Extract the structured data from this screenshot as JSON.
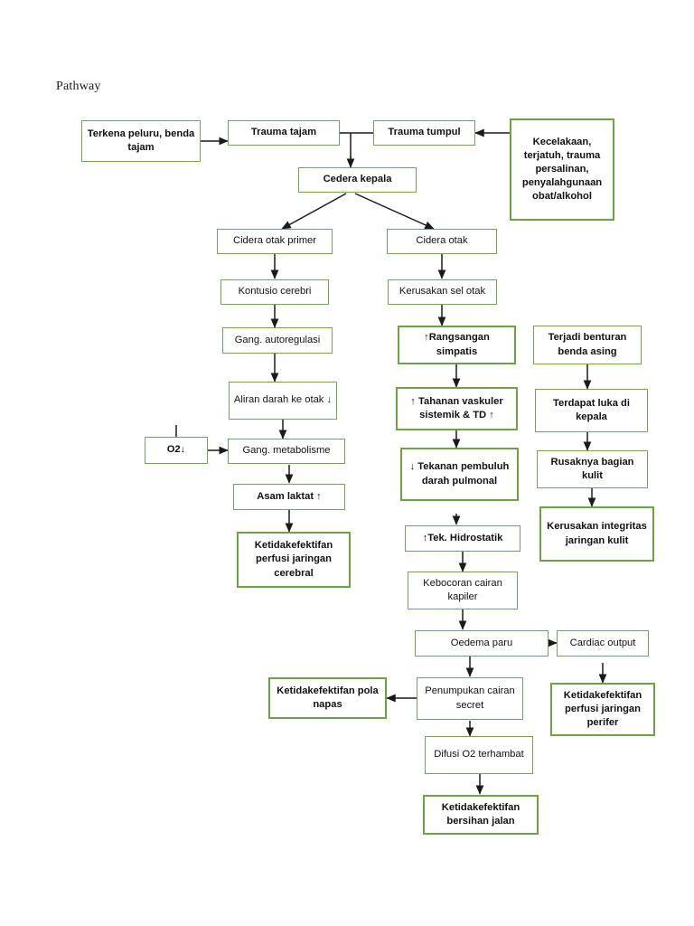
{
  "page": {
    "title": "Pathway",
    "background_color": "#ffffff",
    "box_border_color": "#76a35a",
    "box_border_color_strong": "#6fa247",
    "arrow_color": "#1a1a1a",
    "text_color": "#111111"
  },
  "diagram": {
    "type": "flowchart",
    "orientation": "top-down",
    "nodes": [
      {
        "id": "terkena_peluru",
        "label": "Terkena peluru, benda tajam",
        "emphasis": "bold"
      },
      {
        "id": "trauma_tajam",
        "label": "Trauma tajam",
        "emphasis": "bold"
      },
      {
        "id": "trauma_tumpul",
        "label": "Trauma tumpul",
        "emphasis": "bold"
      },
      {
        "id": "kecelakaan",
        "label": "Kecelakaan, terjatuh, trauma persalinan, penyalahgunaan obat/alkohol",
        "emphasis": "strong"
      },
      {
        "id": "cedera_kepala",
        "label": "Cedera kepala",
        "emphasis": "bold"
      },
      {
        "id": "cidera_otak_primer",
        "label": "Cidera otak primer",
        "emphasis": "normal"
      },
      {
        "id": "cidera_otak",
        "label": "Cidera otak",
        "emphasis": "normal"
      },
      {
        "id": "kontusio_cerebri",
        "label": "Kontusio cerebri",
        "emphasis": "normal"
      },
      {
        "id": "kerusakan_sel_otak",
        "label": "Kerusakan sel otak",
        "emphasis": "normal"
      },
      {
        "id": "gang_autoregulasi",
        "label": "Gang. autoregulasi",
        "emphasis": "normal"
      },
      {
        "id": "rangsangan_simpatis",
        "label": "↑Rangsangan simpatis",
        "emphasis": "strong"
      },
      {
        "id": "terjadi_benturan",
        "label": "Terjadi benturan benda asing",
        "emphasis": "bold"
      },
      {
        "id": "aliran_darah",
        "label": "Aliran darah ke otak ↓",
        "emphasis": "normal"
      },
      {
        "id": "tahanan_vaskuler",
        "label": "↑ Tahanan vaskuler sistemik & TD ↑",
        "emphasis": "strong"
      },
      {
        "id": "terdapat_luka",
        "label": "Terdapat luka di kepala",
        "emphasis": "bold"
      },
      {
        "id": "o2",
        "label": "O2↓",
        "emphasis": "bold"
      },
      {
        "id": "gang_metabolisme",
        "label": "Gang. metabolisme",
        "emphasis": "normal"
      },
      {
        "id": "tekanan_pembuluh",
        "label": "↓ Tekanan pembuluh darah pulmonal",
        "emphasis": "strong"
      },
      {
        "id": "rusaknya_kulit",
        "label": "Rusaknya bagian kulit",
        "emphasis": "bold"
      },
      {
        "id": "asam_laktat",
        "label": "Asam laktat ↑",
        "emphasis": "bold"
      },
      {
        "id": "tek_hidrostatik",
        "label": "↑Tek. Hidrostatik",
        "emphasis": "bold"
      },
      {
        "id": "kerusakan_integritas",
        "label": "Kerusakan integritas jaringan kulit",
        "emphasis": "strong"
      },
      {
        "id": "perfusi_cerebral",
        "label": "Ketidakefektifan perfusi jaringan cerebral",
        "emphasis": "strong"
      },
      {
        "id": "kebocoran_kapiler",
        "label": "Kebocoran cairan kapiler",
        "emphasis": "normal"
      },
      {
        "id": "oedema_paru",
        "label": "Oedema paru",
        "emphasis": "normal"
      },
      {
        "id": "cardiac_output",
        "label": "Cardiac output",
        "emphasis": "normal"
      },
      {
        "id": "pola_napas",
        "label": "Ketidakefektifan pola napas",
        "emphasis": "strong"
      },
      {
        "id": "penumpukan_secret",
        "label": "Penumpukan cairan secret",
        "emphasis": "normal"
      },
      {
        "id": "perfusi_perifer",
        "label": "Ketidakefektifan perfusi jaringan perifer",
        "emphasis": "strong"
      },
      {
        "id": "difusi_o2",
        "label": "Difusi O2 terhambat",
        "emphasis": "normal"
      },
      {
        "id": "bersihan_jalan",
        "label": "Ketidakefektifan bersihan jalan",
        "emphasis": "strong"
      }
    ],
    "edges": [
      {
        "from": "terkena_peluru",
        "to": "trauma_tajam"
      },
      {
        "from": "kecelakaan",
        "to": "trauma_tumpul"
      },
      {
        "from": "trauma_tajam",
        "to": "cedera_kepala"
      },
      {
        "from": "trauma_tumpul",
        "to": "cedera_kepala"
      },
      {
        "from": "cedera_kepala",
        "to": "cidera_otak_primer"
      },
      {
        "from": "cedera_kepala",
        "to": "cidera_otak"
      },
      {
        "from": "cidera_otak_primer",
        "to": "kontusio_cerebri"
      },
      {
        "from": "kontusio_cerebri",
        "to": "gang_autoregulasi"
      },
      {
        "from": "gang_autoregulasi",
        "to": "aliran_darah"
      },
      {
        "from": "aliran_darah",
        "to": "gang_metabolisme"
      },
      {
        "from": "o2",
        "to": "gang_metabolisme"
      },
      {
        "from": "gang_metabolisme",
        "to": "asam_laktat"
      },
      {
        "from": "asam_laktat",
        "to": "perfusi_cerebral"
      },
      {
        "from": "cidera_otak",
        "to": "kerusakan_sel_otak"
      },
      {
        "from": "kerusakan_sel_otak",
        "to": "rangsangan_simpatis"
      },
      {
        "from": "rangsangan_simpatis",
        "to": "tahanan_vaskuler"
      },
      {
        "from": "tahanan_vaskuler",
        "to": "tekanan_pembuluh"
      },
      {
        "from": "tekanan_pembuluh",
        "to": "tek_hidrostatik"
      },
      {
        "from": "tek_hidrostatik",
        "to": "kebocoran_kapiler"
      },
      {
        "from": "kebocoran_kapiler",
        "to": "oedema_paru"
      },
      {
        "from": "oedema_paru",
        "to": "cardiac_output"
      },
      {
        "from": "oedema_paru",
        "to": "penumpukan_secret"
      },
      {
        "from": "cardiac_output",
        "to": "perfusi_perifer"
      },
      {
        "from": "penumpukan_secret",
        "to": "pola_napas"
      },
      {
        "from": "penumpukan_secret",
        "to": "difusi_o2"
      },
      {
        "from": "difusi_o2",
        "to": "bersihan_jalan"
      },
      {
        "from": "terjadi_benturan",
        "to": "terdapat_luka"
      },
      {
        "from": "terdapat_luka",
        "to": "rusaknya_kulit"
      },
      {
        "from": "rusaknya_kulit",
        "to": "kerusakan_integritas"
      }
    ]
  }
}
